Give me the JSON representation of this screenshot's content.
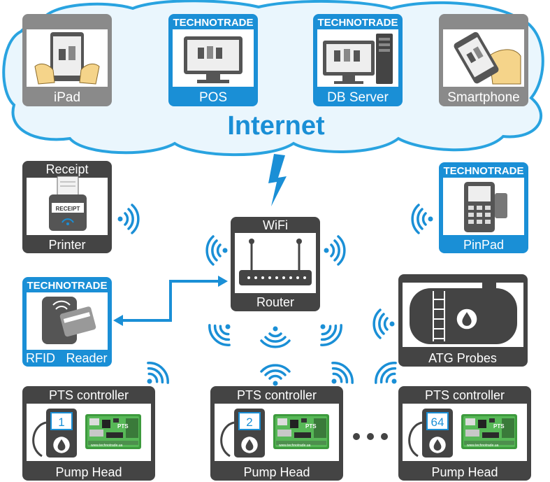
{
  "colors": {
    "blue": "#1a8fd6",
    "dark": "#444444",
    "gray": "#8a8a8a",
    "cloud_stroke": "#29a3e0",
    "cloud_fill": "#eaf6fd",
    "arrow": "#1a8fd6"
  },
  "cloud": {
    "label": "Internet",
    "devices": [
      {
        "brand": "",
        "label": "iPad",
        "icon": "tablet-hands-icon"
      },
      {
        "brand": "TECHNOTRADE",
        "label": "POS",
        "icon": "pos-monitor-icon"
      },
      {
        "brand": "TECHNOTRADE",
        "label": "DB Server",
        "icon": "desktop-server-icon"
      },
      {
        "brand": "",
        "label": "Smartphone",
        "icon": "smartphone-hand-icon"
      }
    ]
  },
  "receipt_printer": {
    "title": "Receipt",
    "label": "Printer",
    "paper_text": "RECEIPT"
  },
  "pinpad": {
    "brand": "TECHNOTRADE",
    "label": "PinPad"
  },
  "router": {
    "title": "WiFi",
    "label": "Router"
  },
  "rfid": {
    "brand": "TECHNOTRADE",
    "label_left": "RFID",
    "label_right": "Reader"
  },
  "atg": {
    "label": "ATG Probes"
  },
  "pts_units": [
    {
      "title": "PTS controller",
      "label": "Pump Head",
      "number": "1"
    },
    {
      "title": "PTS controller",
      "label": "Pump Head",
      "number": "2"
    },
    {
      "title": "PTS controller",
      "label": "Pump Head",
      "number": "64"
    }
  ],
  "board": {
    "label": "PTS",
    "url": "www.technotrade.ua"
  }
}
